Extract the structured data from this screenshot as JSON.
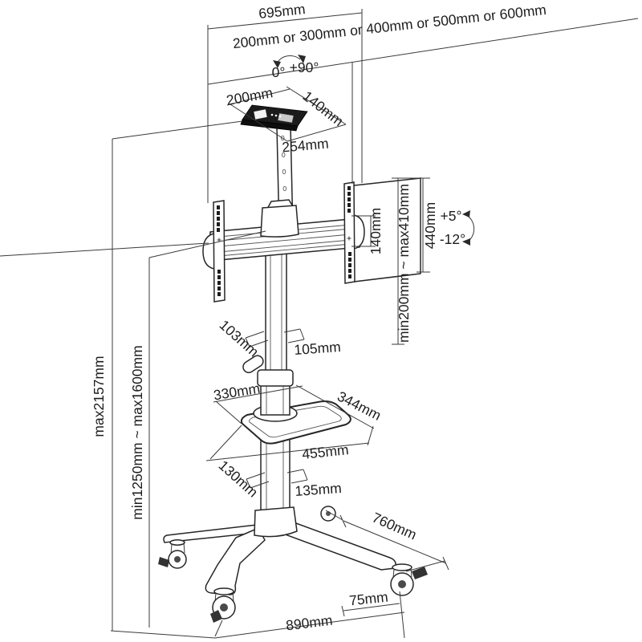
{
  "diagram": {
    "subject": "Mobile TV stand dimensional drawing",
    "colors": {
      "background": "#ffffff",
      "line": "#2a2a2a",
      "dark_fill": "#1b1b1b"
    },
    "dimensions": {
      "top_width": "695mm",
      "vesa_width_options": "200mm or 300mm or 400mm or 500mm or 600mm",
      "tray_width": "200mm",
      "tray_depth": "140mm",
      "tray_offset": "254mm",
      "vesa_height": "140mm",
      "height_adjust_range": "min200mm ~ max410mm",
      "bracket_height": "440mm",
      "upper_column_depth": "103mm",
      "upper_column_width": "105mm",
      "shelf_depth_front": "330mm",
      "shelf_depth_side": "344mm",
      "shelf_width": "455mm",
      "lower_column_depth": "130mm",
      "lower_column_width": "135mm",
      "base_depth": "760mm",
      "caster_offset": "75mm",
      "base_width": "890mm",
      "overall_height": "max2157mm",
      "screen_center_height_range": "min1250mm ~ max1600mm"
    },
    "angles": {
      "swivel_min": "0°",
      "swivel_max": "+90°",
      "tilt_up": "+5°",
      "tilt_down": "-12°"
    }
  }
}
